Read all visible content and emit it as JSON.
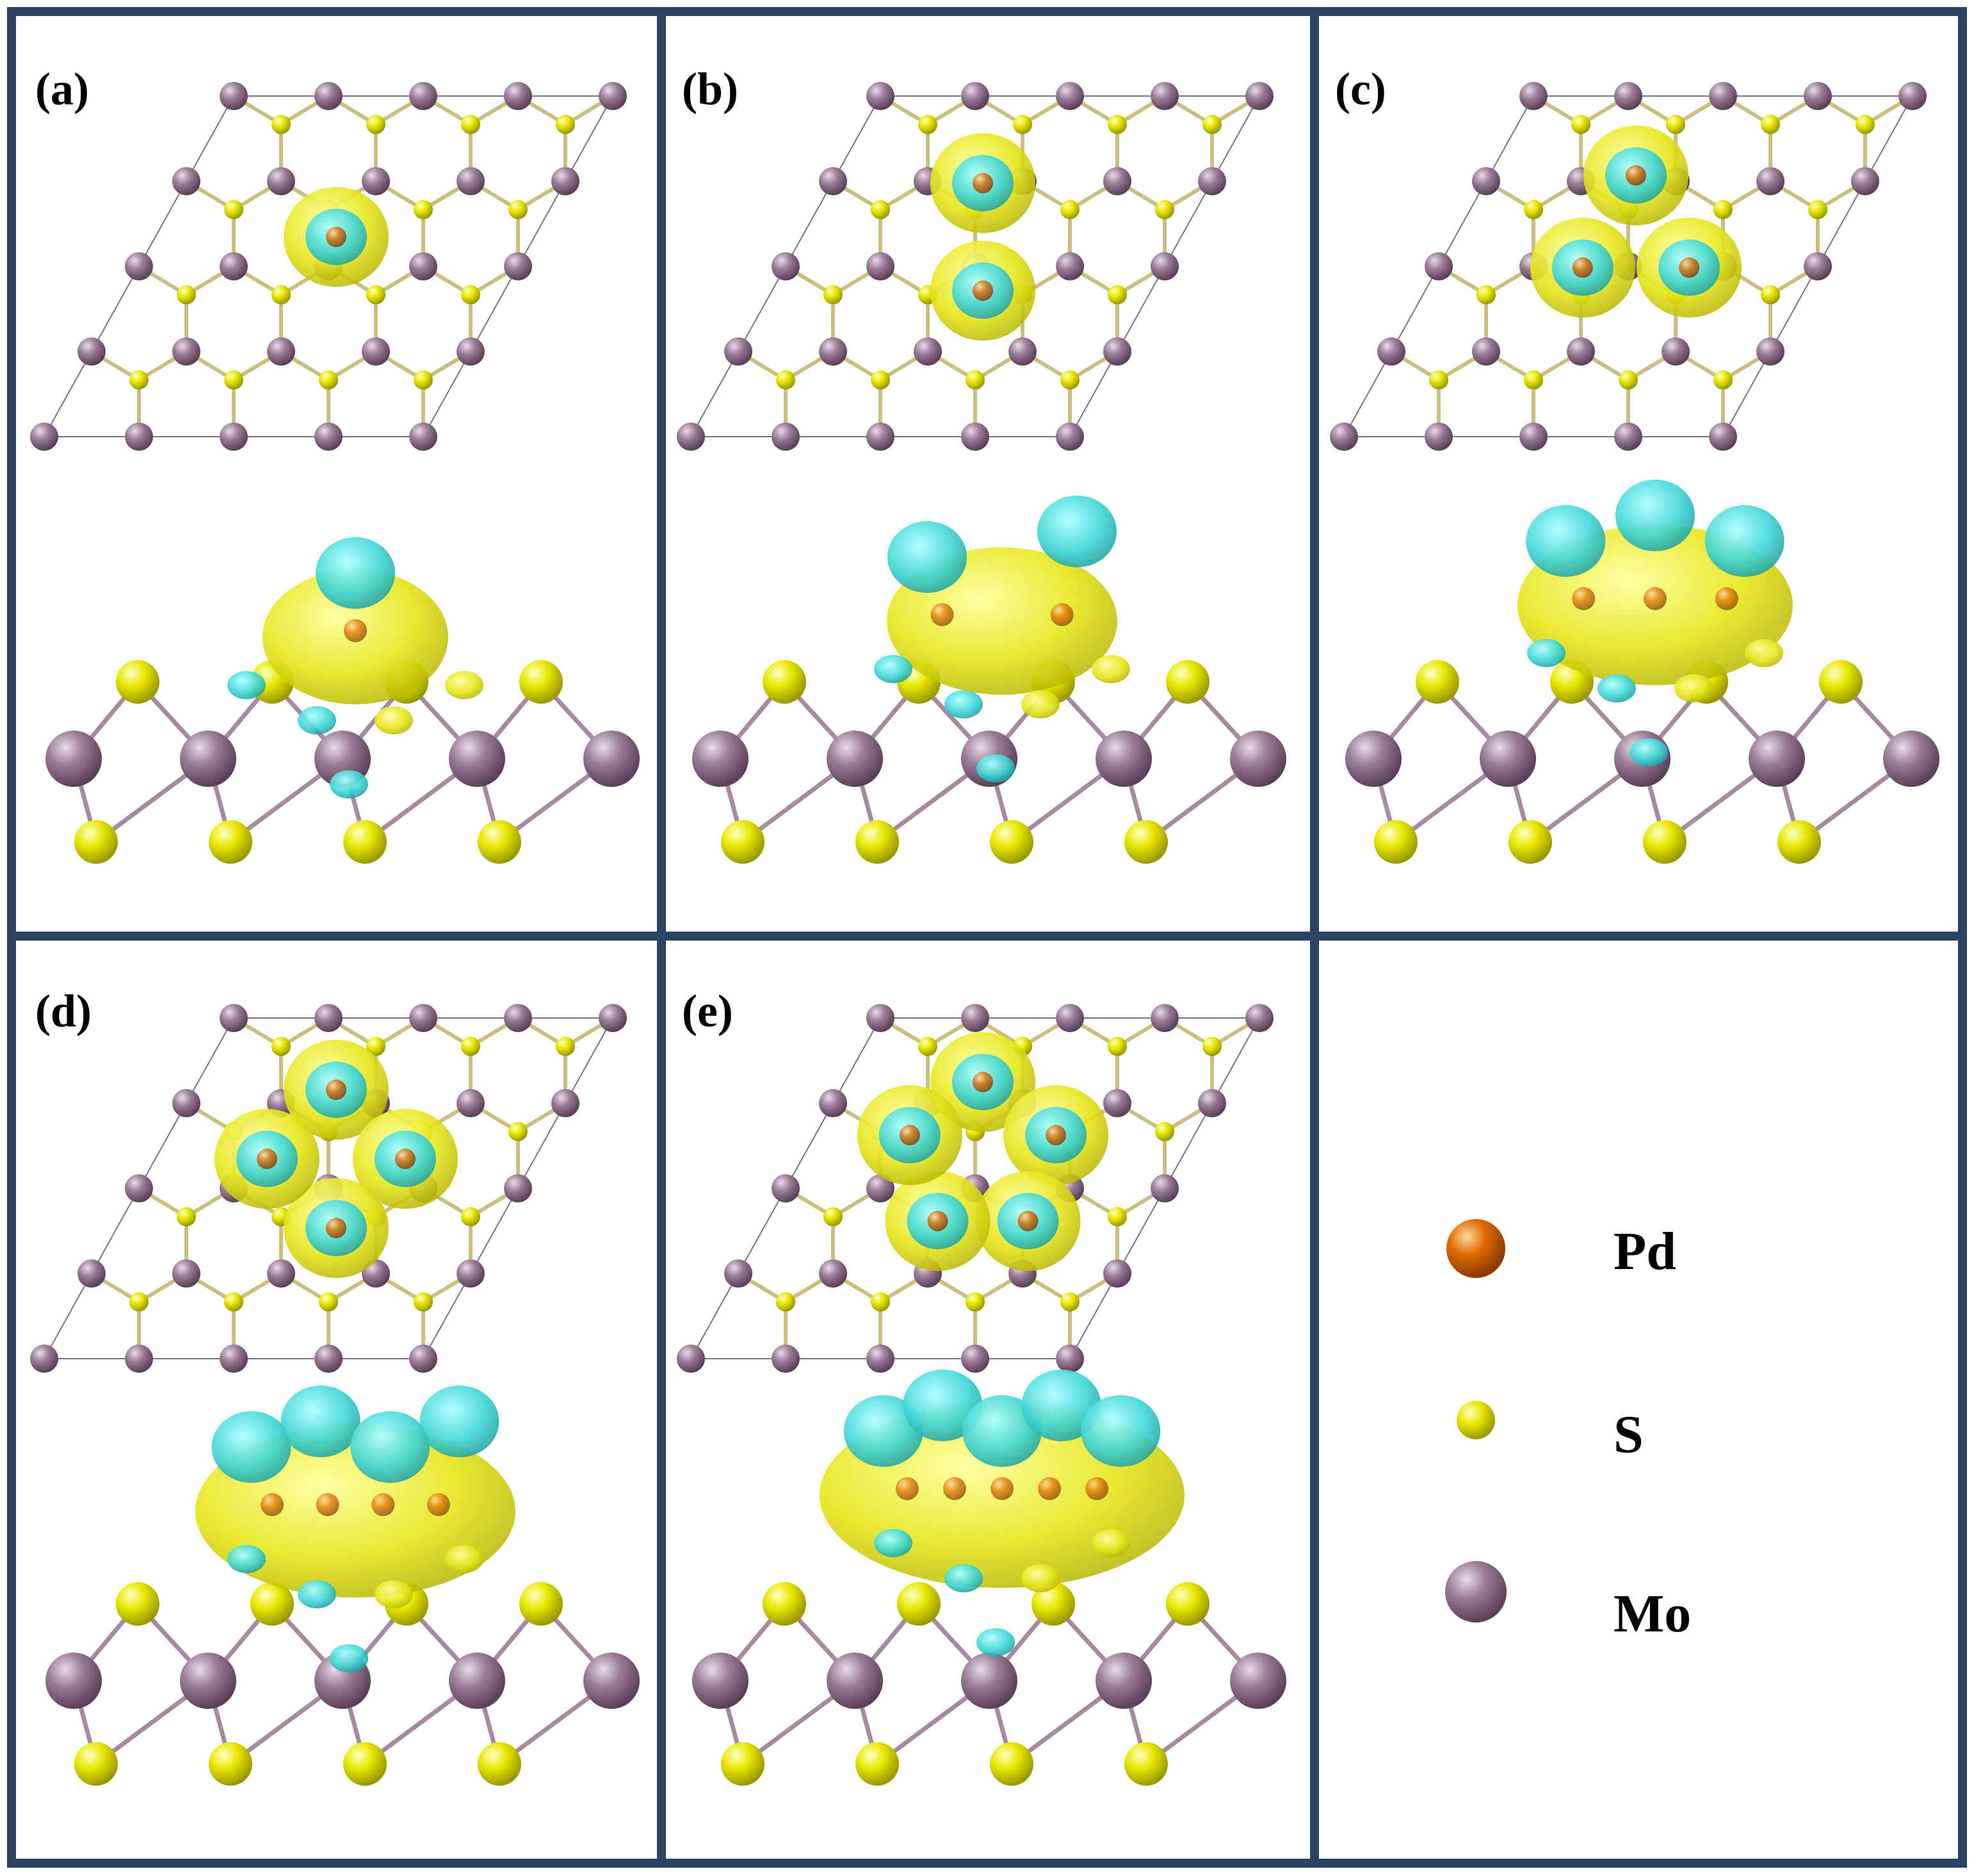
{
  "panels": [
    {
      "id": "a",
      "label": "(a)",
      "pd_atoms": 1
    },
    {
      "id": "b",
      "label": "(b)",
      "pd_atoms": 2
    },
    {
      "id": "c",
      "label": "(c)",
      "pd_atoms": 3
    },
    {
      "id": "d",
      "label": "(d)",
      "pd_atoms": 4
    },
    {
      "id": "e",
      "label": "(e)",
      "pd_atoms": 5
    }
  ],
  "legend": [
    {
      "label": "Pd",
      "color": "#e06a00",
      "icon": "pd-atom-icon"
    },
    {
      "label": "S",
      "color": "#e8e800",
      "icon": "s-atom-icon"
    },
    {
      "label": "Mo",
      "color": "#9a7c96",
      "icon": "mo-atom-icon"
    }
  ],
  "colors": {
    "frame": "#2b4466",
    "mo": "#9a7c96",
    "s": "#e8e800",
    "pd": "#e06a00",
    "density_yellow": "#e6e61a",
    "density_cyan": "#3fd6d6"
  }
}
